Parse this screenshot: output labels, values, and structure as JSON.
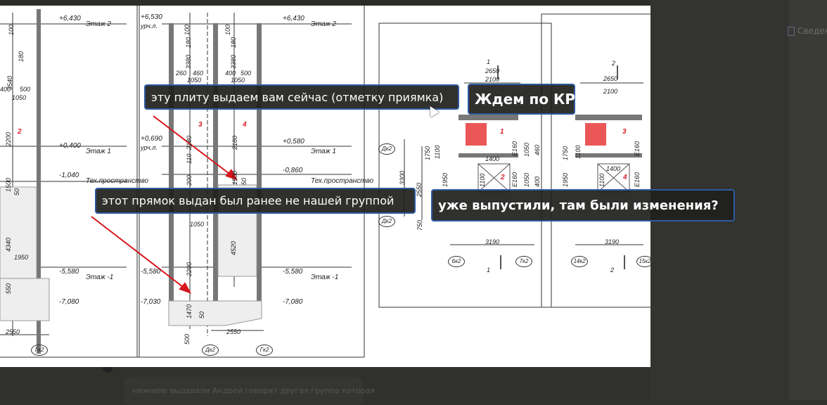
{
  "background": {
    "side_item": "Сведен",
    "message_snippet": "нижнюю выдавали Андрей говорит другая группа которая"
  },
  "annotations": [
    {
      "text": "эту плиту выдаем вам сейчас (отметку приямка)"
    },
    {
      "text": "Ждем по КР"
    },
    {
      "text": "этот прямок выдан был ранее не нашей группой"
    },
    {
      "text": "уже выпустили, там были изменения?"
    }
  ],
  "colors": {
    "bubble_border": "#2d5aa0",
    "arrow": "#d8141c",
    "room_hatch": "#e83a3a"
  },
  "drawing": {
    "labels": [
      "+6,430",
      "Этаж 2",
      "100",
      "180",
      "3540",
      "400",
      "500",
      "1050",
      "2200",
      "2",
      "+0,400",
      "Этаж 1",
      "1500",
      "50",
      "-1,040",
      "Тех.пространство",
      "4340",
      "1950",
      "550",
      "-5,580",
      "Этаж -1",
      "-7,080",
      "2550",
      "Гк2",
      "+6,530",
      "урч.л.",
      "100",
      "100",
      "+6,430",
      "Этаж 2",
      "180",
      "180",
      "3380",
      "3380",
      "260",
      "460",
      "400",
      "500",
      "1050",
      "1050",
      "2180",
      "3",
      "2180",
      "4",
      "+0,690",
      "урч.л.",
      "+0,580",
      "Этаж 1",
      "110",
      "200",
      "1500",
      "50",
      "-0,860",
      "Тех.пространство",
      "1050",
      "2200",
      "4520",
      "-5,580",
      "Этаж -1",
      "-5,580",
      "-7,030",
      "1470",
      "50",
      "-7,080",
      "500",
      "2550",
      "Дк2",
      "Гк2",
      "1",
      "2650",
      "2100",
      "Дк2",
      "3300",
      "2550",
      "1750",
      "1100",
      "1",
      "1950",
      "1100",
      "2",
      "1400",
      "750",
      "Е160",
      "1050",
      "460",
      "Е160",
      "1050",
      "400",
      "3190",
      "6к2",
      "7к2",
      "1",
      "Дк2",
      "2",
      "2650",
      "2100",
      "1750",
      "1100",
      "3",
      "1950",
      "1100",
      "4",
      "1400",
      "Е160",
      "Е160",
      "3190",
      "14к2",
      "15к2",
      "2"
    ]
  }
}
